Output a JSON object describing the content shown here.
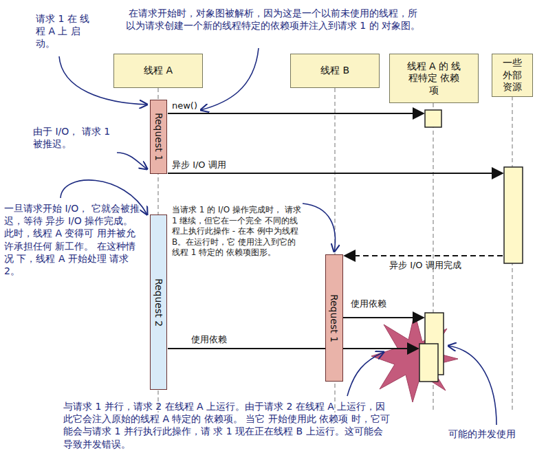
{
  "diagram": {
    "nodes": [
      {
        "text": [
          "线程 A"
        ]
      },
      {
        "text": [
          "线程 B"
        ]
      },
      {
        "text": [
          "线程 A 的 线程特定 依赖项"
        ]
      },
      {
        "text": [
          "一些 外部 资源"
        ]
      },
      {
        "text": [
          "Request 1"
        ]
      },
      {
        "text": [
          "Request 2"
        ]
      },
      {
        "text": [
          "Request 1"
        ]
      }
    ],
    "labels": [
      "请求 1 在 线程 A 上 启动。",
      "在请求开始时，对象图被解析，因为这是一个以前未使用的线程，所 以为请求创建一个新的线程特定的依赖项并注入到请求 1 的 对象图。",
      "由于 I/O， 请求 1 被推迟。",
      "new()",
      "异步 I/O 调用",
      "一旦请求开始 I/O， 它就会被推迟，等待 异步 I/O 操作完成。 此时，线程 A 变得可 用并被允许承担任何 新工作。 在这种情况 下，线程 A 开始处理 请求 2。",
      "当请求 1 的 I/O 操作完成时， 请求 1 继续，但它在一个完全 不同的线程上执行此操作 - 在本 例中为线程 B。在运行时，它 使用注入到它的线程 1 特定的 依赖项图形。",
      "异步 I/O 调用完成",
      "使用依赖",
      "使用依赖",
      "与请求 1 并行，请求 2 在线程 A 上运行。由于请求 2 在线程 A 上运行，因此它会注入原始的线程 A 特定的 依赖项。 当它 开始使用此 依赖项 时，它可能会与请求 1 并行执行此操作，请 求 1 现在正在线程 B 上运行。这可能会导致并发错误。",
      "可能的并发使用"
    ]
  }
}
